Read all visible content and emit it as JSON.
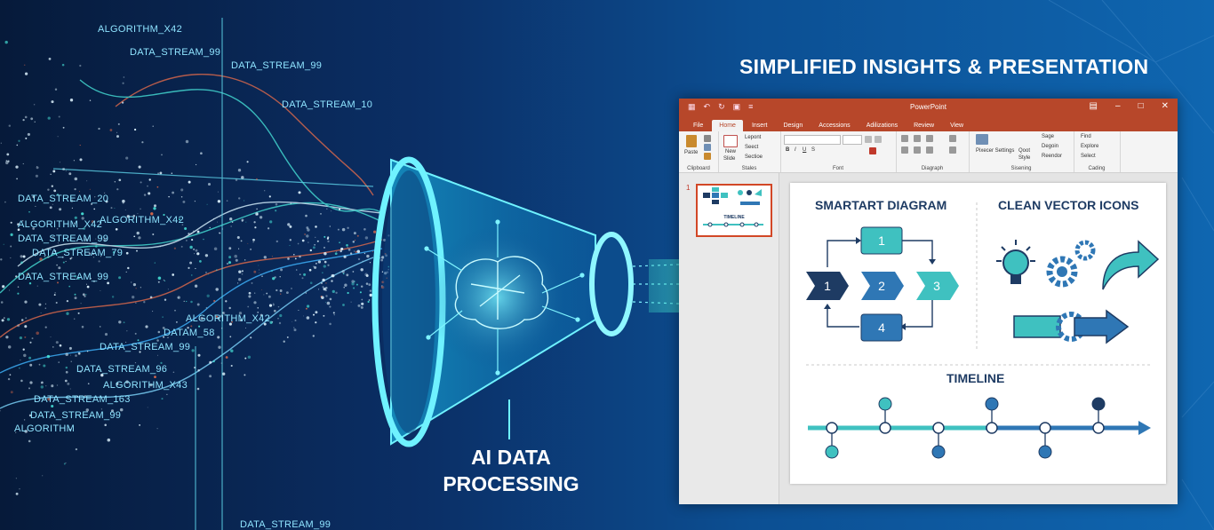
{
  "stream_labels": [
    "ALGORITHM_X42",
    "DATA_STREAM_99",
    "DATA_STREAM_99",
    "DATA_STREAM_10",
    "DATA_STREAM_20",
    "ALGORITHM_X42",
    "ALGORITHM_X42",
    "DATA_STREAM_99",
    "DATA_STREAM_79",
    "DATA_STREAM_99",
    "ALGORITHM_X42",
    "DATAM_58",
    "DATA_STREAM_99",
    "DATA_STREAM_96",
    "ALGORITHM_X43",
    "DATA_STREAM_163",
    "DATA_STREAM_99",
    "ALGORITHM",
    "DATA_STREAM_99"
  ],
  "funnel": {
    "line1": "AI DATA",
    "line2": "PROCESSING"
  },
  "heading": "SIMPLIFIED INSIGHTS & PRESENTATION",
  "powerpoint": {
    "title": "PowerPoint",
    "tabs": [
      "File",
      "Home",
      "Insert",
      "Design",
      "Accessions",
      "Adilizations",
      "Review",
      "View"
    ],
    "active_tab": "Home",
    "ribbon": {
      "clipboard": {
        "paste": "Paste",
        "group": "Clipboard"
      },
      "slides": {
        "new_slide_1": "New",
        "new_slide_2": "Slide",
        "layout": "Lepont",
        "reset": "Seect",
        "section": "Sectioe",
        "group": "Stales"
      },
      "font": {
        "group": "Font"
      },
      "paragraph": {
        "group": "Diagraph"
      },
      "drawing": {
        "settings": "Pixecer Settings",
        "quick_styles_1": "Qoot",
        "quick_styles_2": "Style",
        "shape": "Sage",
        "design": "Degoin",
        "reorder": "Reendor",
        "group": "Sisening"
      },
      "editing": {
        "find": "Find",
        "explore": "Explore",
        "select": "Select",
        "group": "Cading"
      }
    },
    "slide_number": "1",
    "thumbnail_timeline": "TIMELINE",
    "slide": {
      "smartart_title": "SMARTART DIAGRAM",
      "icons_title": "CLEAN VECTOR ICONS",
      "timeline_title": "TIMELINE",
      "step_labels": [
        "1",
        "1",
        "2",
        "3",
        "4"
      ]
    }
  },
  "colors": {
    "teal": "#3fc1c0",
    "navy": "#1e3b63",
    "mid_blue": "#2f77b5",
    "ppt_red": "#b7472a",
    "label_cyan": "#8fe4ff"
  }
}
